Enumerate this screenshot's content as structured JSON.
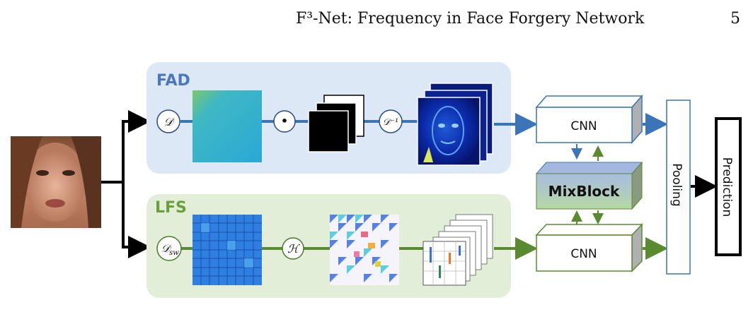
{
  "header": {
    "title": "F³-Net: Frequency in Face Forgery Network",
    "page_number": "5"
  },
  "diagram": {
    "branches": {
      "fad": {
        "label": "FAD"
      },
      "lfs": {
        "label": "LFS"
      }
    },
    "operators": {
      "dct": "𝒟",
      "product": "•",
      "inverse_dct": "𝒟⁻¹",
      "sliding_dct": "𝒟sw",
      "entropy": "ℋ"
    },
    "blocks": {
      "cnn_top": "CNN",
      "cnn_bottom": "CNN",
      "mixblock": "MixBlock",
      "pooling": "Pooling",
      "prediction": "Prediction"
    },
    "colors": {
      "fad_panel": "#dce8f5",
      "lfs_panel": "#e3eed9",
      "fad_title": "#4a78bd",
      "lfs_title": "#6aa03a",
      "blue_line": "#3c74b8",
      "green_line": "#5a8a30",
      "mixblock_top": "#aebfe0",
      "mixblock_bottom": "#b5d6a6"
    }
  }
}
